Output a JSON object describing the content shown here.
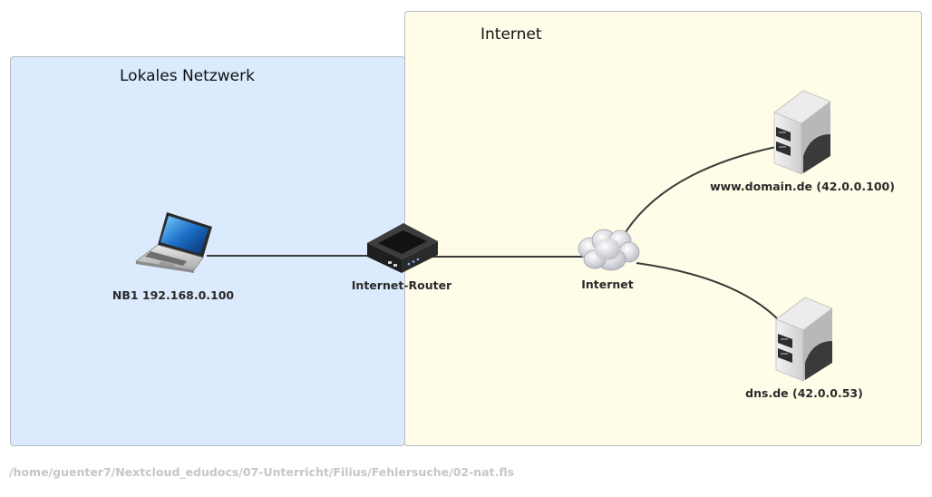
{
  "regions": {
    "local": {
      "title": "Lokales Netzwerk",
      "color": "#dbeafd"
    },
    "internet": {
      "title": "Internet",
      "color": "#fffde8"
    }
  },
  "nodes": {
    "laptop": {
      "label": "NB1 192.168.0.100",
      "icon": "laptop-icon"
    },
    "router": {
      "label": "Internet-Router",
      "icon": "router-icon"
    },
    "cloud": {
      "label": "Internet",
      "icon": "cloud-icon"
    },
    "web_server": {
      "label": "www.domain.de (42.0.0.100)",
      "icon": "server-icon"
    },
    "dns_server": {
      "label": "dns.de (42.0.0.53)",
      "icon": "server-icon"
    }
  },
  "connections": [
    [
      "laptop",
      "router"
    ],
    [
      "router",
      "cloud"
    ],
    [
      "cloud",
      "web_server"
    ],
    [
      "cloud",
      "dns_server"
    ]
  ],
  "status": {
    "file_path": "/home/guenter7/Nextcloud_edudocs/07-Unterricht/Filius/Fehlersuche/02-nat.fls"
  }
}
